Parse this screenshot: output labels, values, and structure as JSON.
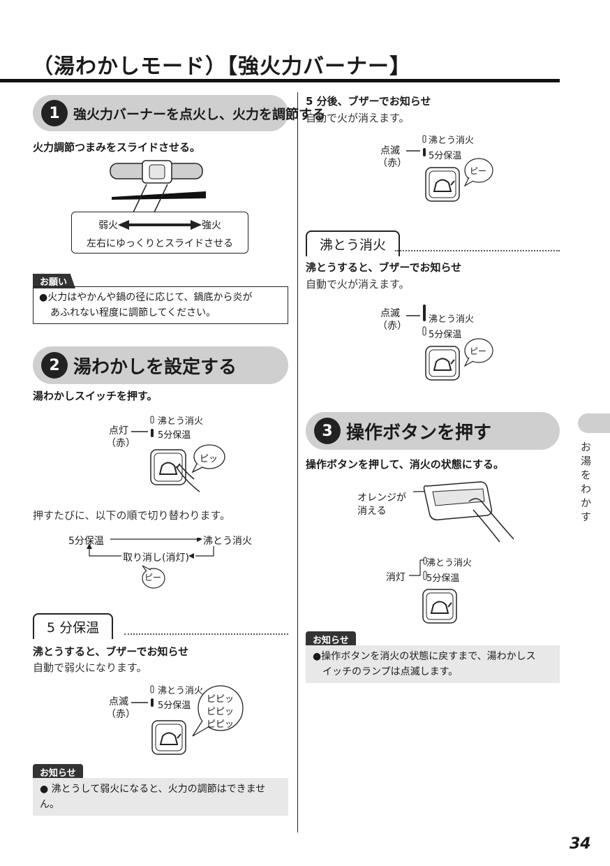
{
  "page": {
    "title": "（湯わかしモード）【強火力バーナー】",
    "page_number": "34",
    "side_tab": "お湯をわかす"
  },
  "step1": {
    "num": "1",
    "heading": "強火力バーナーを点火し、火力を調節する",
    "instruction": "火力調節つまみをスライドさせる。",
    "weak": "弱火",
    "strong": "強火",
    "slide_caption": "左右にゆっくりとスライドさせる",
    "notice_label": "お願い",
    "notice_text_1": "●火力はやかんや鍋の径に応じて、鍋底から炎が",
    "notice_text_2": "あふれない程度に調節してください。"
  },
  "step2": {
    "num": "2",
    "heading": "湯わかしを設定する",
    "instruction": "湯わかしスイッチを押す。",
    "lamp_state": "点灯",
    "lamp_color": "（赤）",
    "indicator_top": "沸とう消火",
    "indicator_bottom": "5分保温",
    "sound": "ピッ",
    "cycle_text": "押すたびに、以下の順で切り替わります。",
    "cycle_a": "5分保温",
    "cycle_b": "沸とう消火",
    "cycle_c": "取り消し(消灯)",
    "cycle_sound": "ピー"
  },
  "keep_warm": {
    "tab": "5 分保温",
    "bold": "沸とうすると、ブザーでお知らせ",
    "plain": "自動で弱火になります。",
    "lamp_state": "点滅",
    "lamp_color": "（赤）",
    "indicator_top": "沸とう消火",
    "indicator_bottom": "5分保温",
    "sound_1": "ピピッ",
    "sound_2": "ピピッ",
    "sound_3": "ピピッ",
    "note_label": "お知らせ",
    "note_text": "● 沸とうして弱火になると、火力の調節はできません。"
  },
  "after5": {
    "bold": "5 分後、ブザーでお知らせ",
    "plain": "自動で火が消えます。",
    "lamp_state": "点滅",
    "lamp_color": "（赤）",
    "indicator_top": "沸とう消火",
    "indicator_bottom": "5分保温",
    "sound": "ピー"
  },
  "boil_off": {
    "tab": "沸とう消火",
    "bold": "沸とうすると、ブザーでお知らせ",
    "plain": "自動で火が消えます。",
    "lamp_state": "点滅",
    "lamp_color": "（赤）",
    "indicator_top": "沸とう消火",
    "indicator_bottom": "5分保温",
    "sound": "ピー"
  },
  "step3": {
    "num": "3",
    "heading": "操作ボタンを押す",
    "instruction": "操作ボタンを押して、消火の状態にする。",
    "orange_1": "オレンジが",
    "orange_2": "消える",
    "lamp_state": "消灯",
    "indicator_top": "沸とう消火",
    "indicator_bottom": "5分保温",
    "note_label": "お知らせ",
    "note_text_1": "●操作ボタンを消火の状態に戻すまで、湯わかしス",
    "note_text_2": "イッチのランプは点滅します。"
  },
  "colors": {
    "pill": "#cfcfcf",
    "note_bg": "#e8e8e8",
    "dark": "#333333"
  }
}
